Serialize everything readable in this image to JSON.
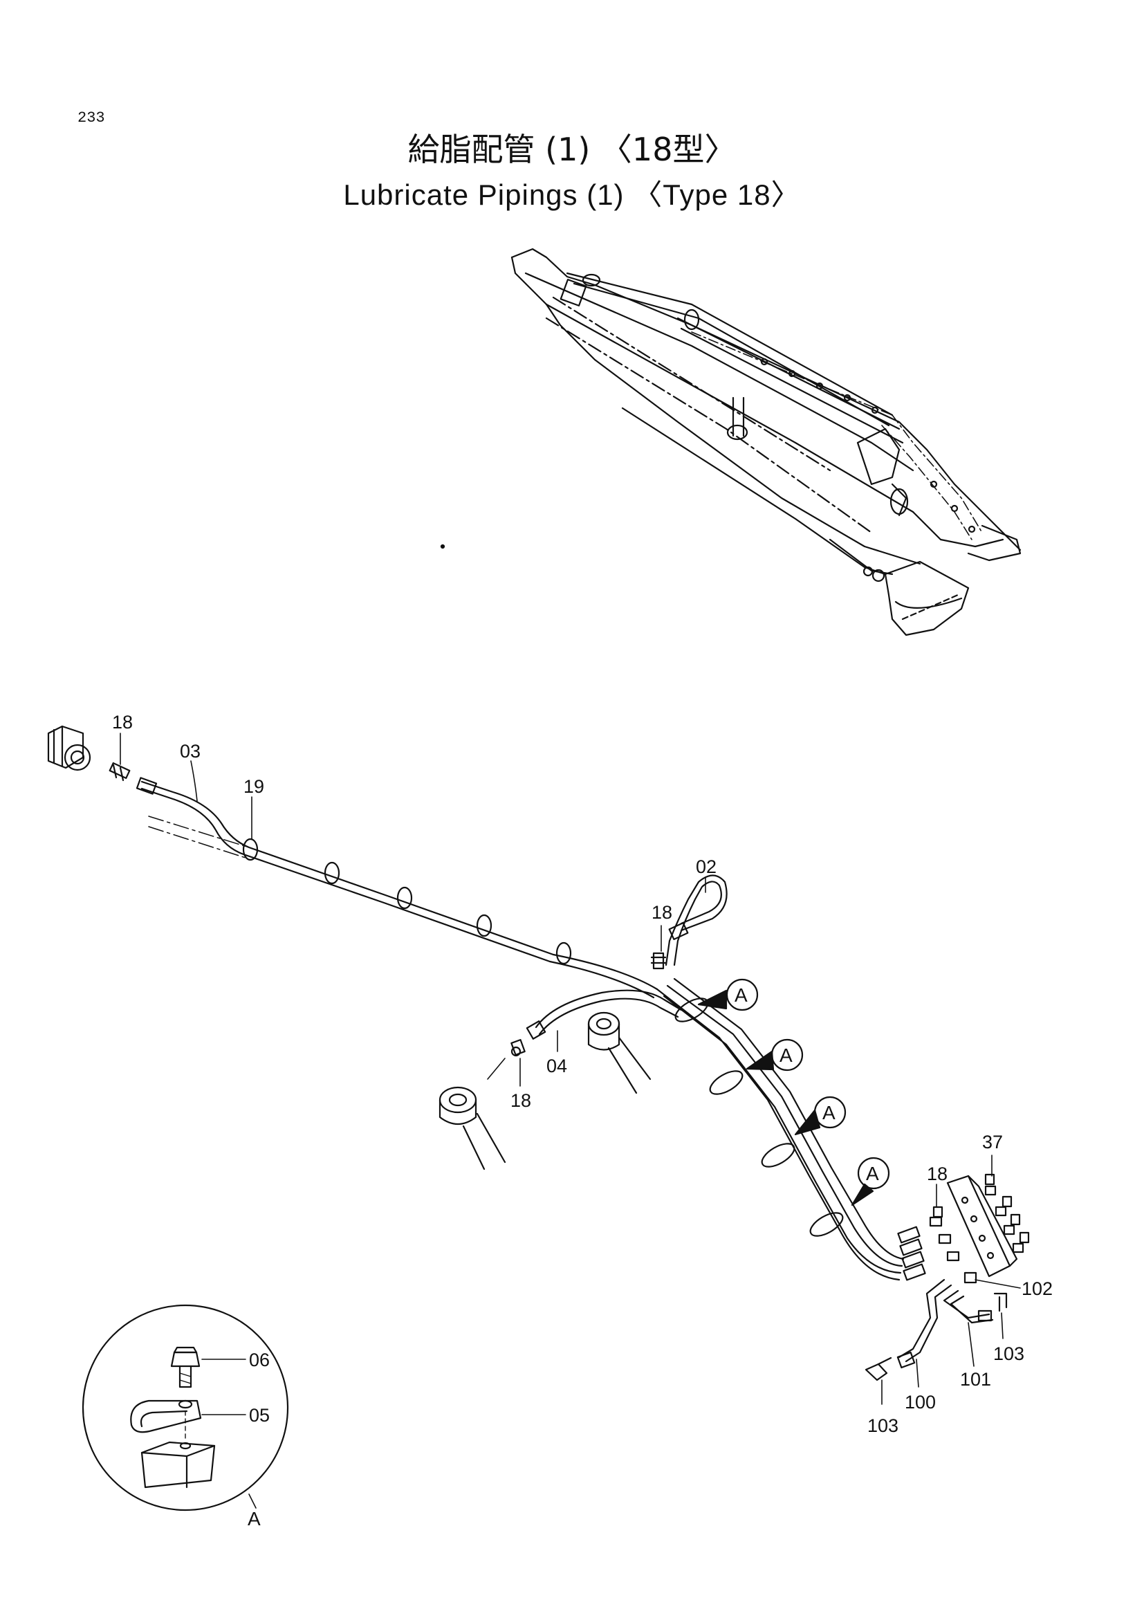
{
  "header": {
    "page_number": "233",
    "title_jp": "給脂配管 (1) 〈18型〉",
    "title_en": "Lubricate Pipings (1) 〈Type 18〉"
  },
  "callouts": {
    "c18_top": "18",
    "c03": "03",
    "c19": "19",
    "c02": "02",
    "c18_mid": "18",
    "c04": "04",
    "c18_low": "18",
    "c37": "37",
    "c18_right": "18",
    "c102": "102",
    "c103_right": "103",
    "c101": "101",
    "c100": "100",
    "c103_bottom": "103"
  },
  "section_markers": {
    "a1": "A",
    "a2": "A",
    "a3": "A",
    "a4": "A"
  },
  "detail_view": {
    "c06": "06",
    "c05": "05",
    "view_label": "A"
  }
}
